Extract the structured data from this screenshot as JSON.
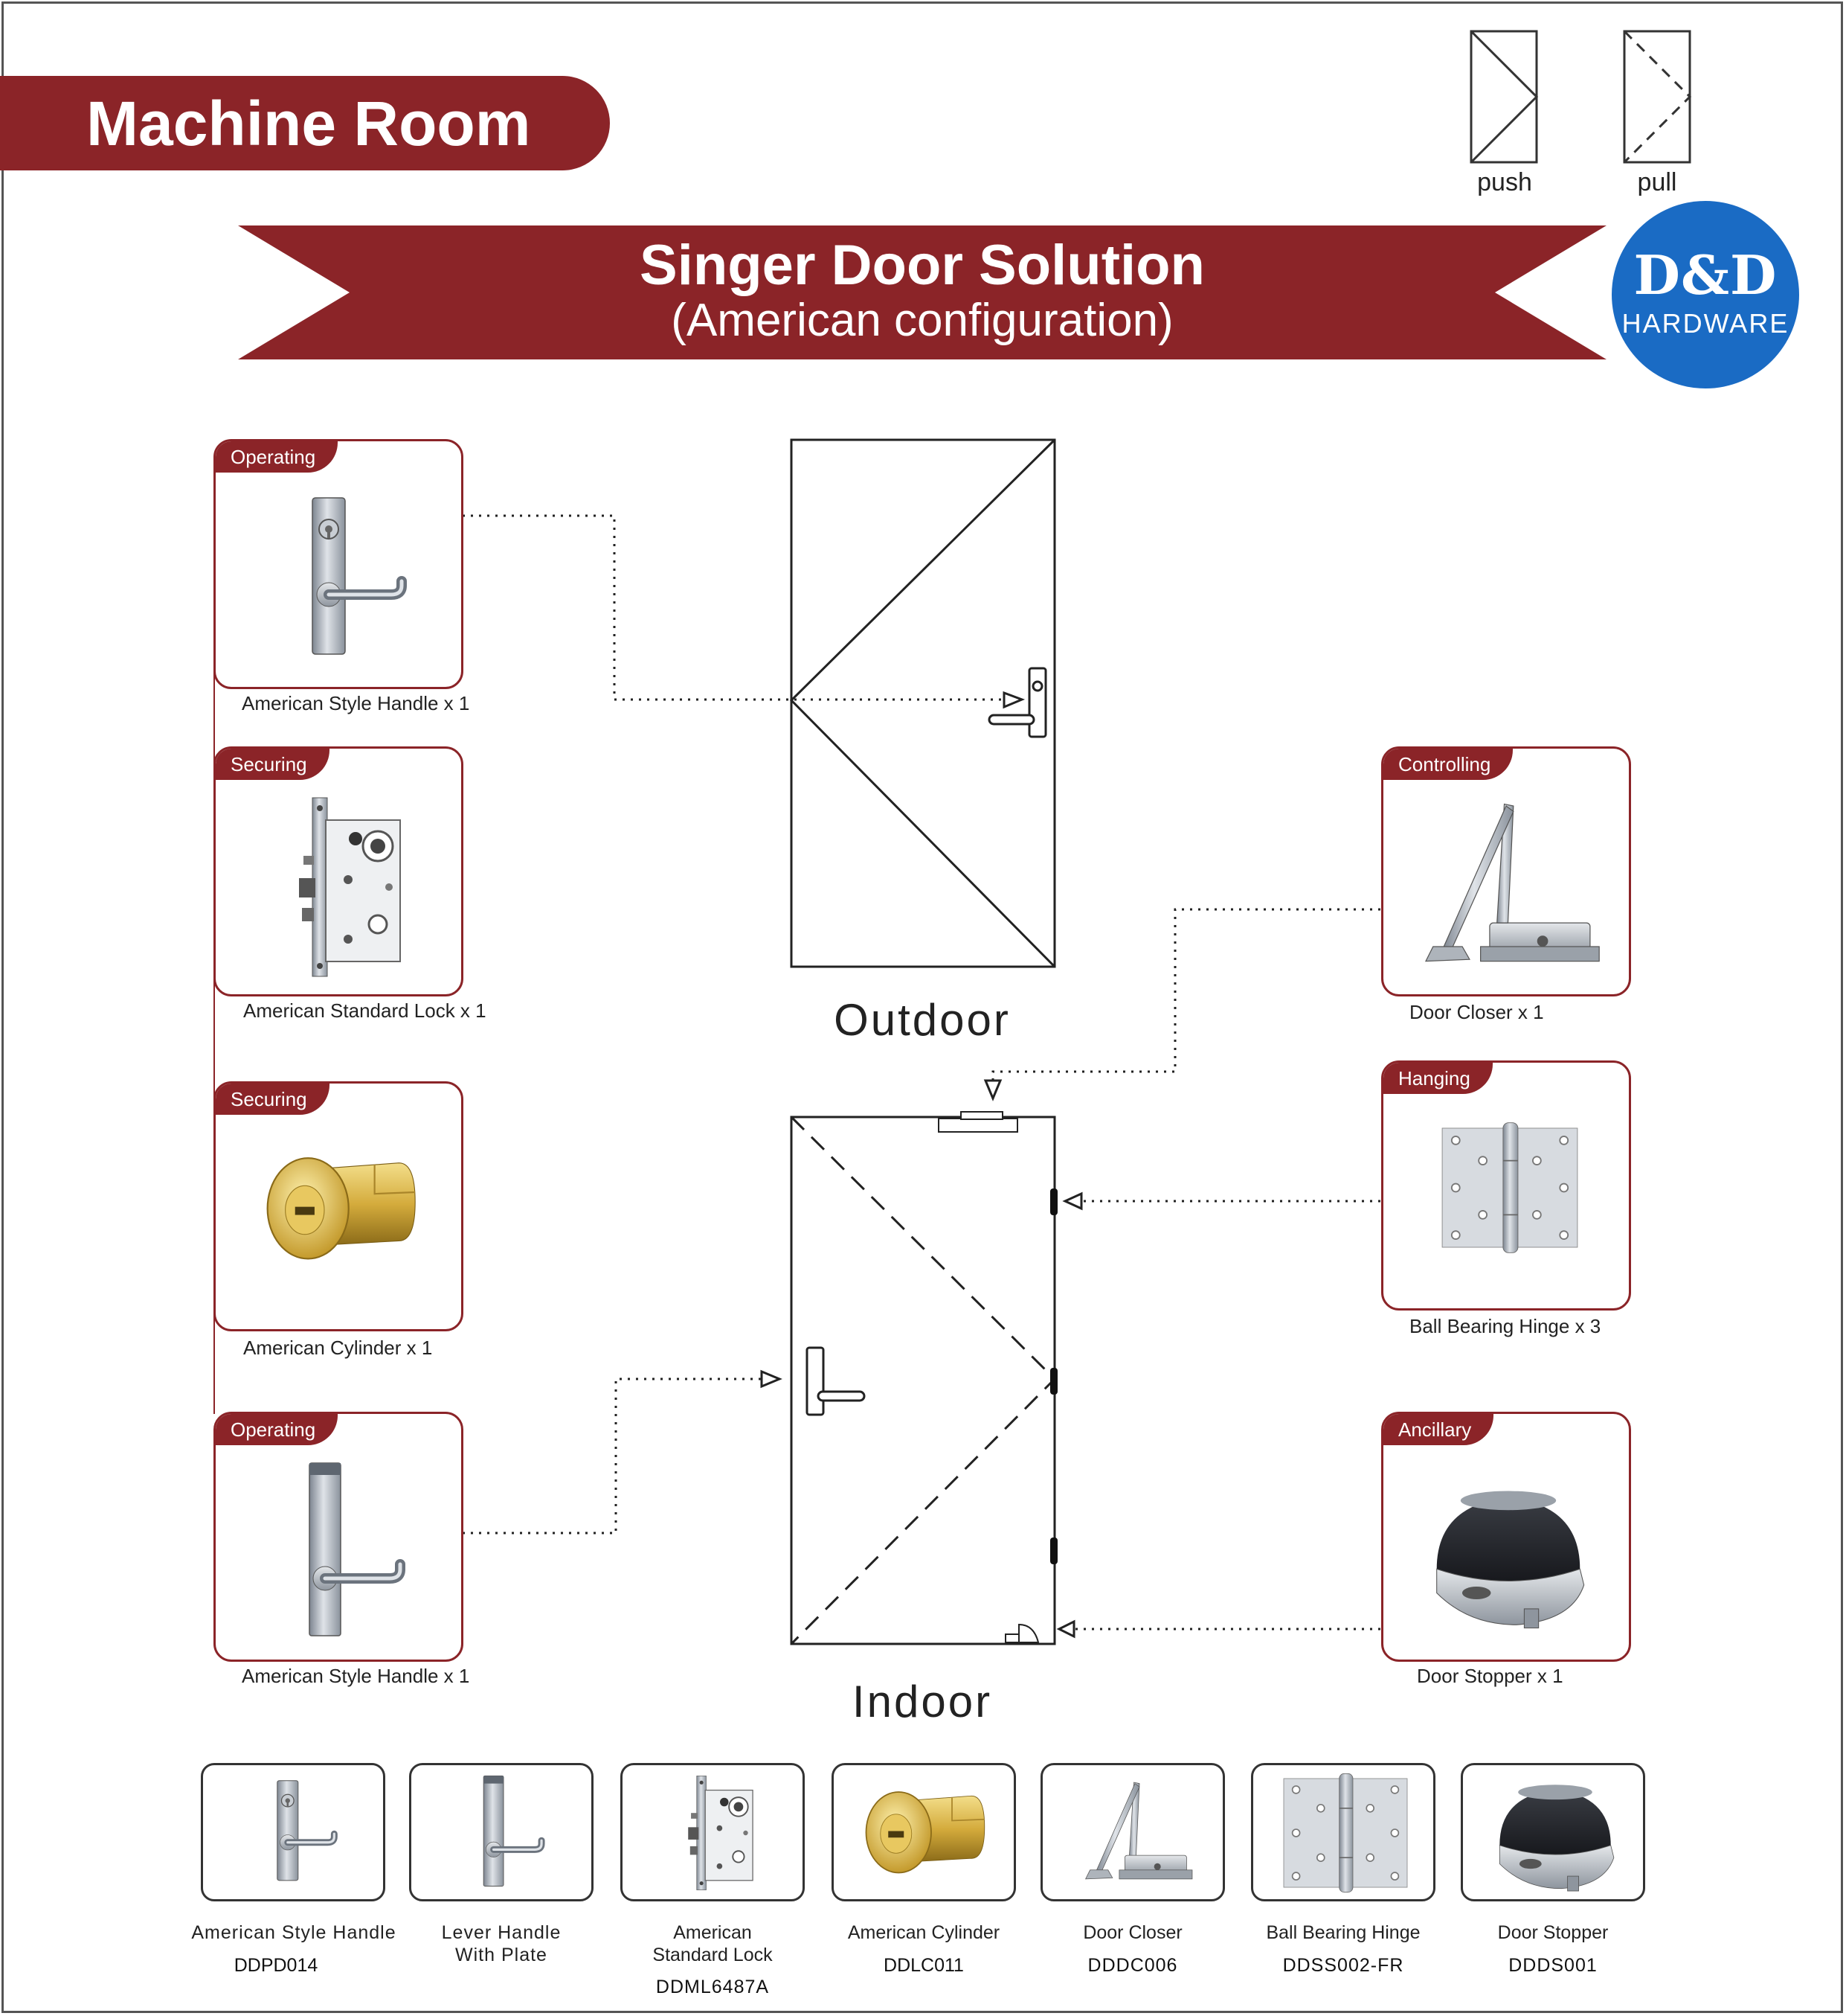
{
  "header": {
    "section_title": "Machine Room",
    "banner_title": "Singer Door Solution",
    "banner_subtitle": "(American configuration)"
  },
  "legend": {
    "push_label": "push",
    "pull_label": "pull"
  },
  "logo": {
    "main": "D&D",
    "sub": "HARDWARE",
    "color": "#1a6bc4"
  },
  "colors": {
    "accent": "#8b2428",
    "ink": "#222222"
  },
  "components_left": [
    {
      "category": "Operating",
      "caption": "American Style Handle x 1",
      "icon": "handle-with-cylinder-icon"
    },
    {
      "category": "Securing",
      "caption": "American Standard Lock x 1",
      "icon": "mortise-lock-icon"
    },
    {
      "category": "Securing",
      "caption": "American Cylinder x 1",
      "icon": "brass-cylinder-icon"
    },
    {
      "category": "Operating",
      "caption": "American Style Handle x 1",
      "icon": "lever-handle-icon"
    }
  ],
  "components_right": [
    {
      "category": "Controlling",
      "caption": "Door Closer x 1",
      "icon": "door-closer-icon"
    },
    {
      "category": "Hanging",
      "caption": "Ball Bearing Hinge x 3",
      "icon": "hinge-icon"
    },
    {
      "category": "Ancillary",
      "caption": "Door Stopper x 1",
      "icon": "door-stopper-icon"
    }
  ],
  "doors": {
    "outdoor_label": "Outdoor",
    "indoor_label": "Indoor"
  },
  "products": [
    {
      "name": "American Style Handle",
      "code": "DDPD014",
      "icon": "handle-with-cylinder-icon"
    },
    {
      "name": "Lever Handle\nWith Plate",
      "code": "",
      "icon": "lever-handle-icon"
    },
    {
      "name": "American\nStandard Lock",
      "code": "DDML6487A",
      "icon": "mortise-lock-icon"
    },
    {
      "name": "American Cylinder",
      "code": "DDLC011",
      "icon": "brass-cylinder-icon"
    },
    {
      "name": "Door Closer",
      "code": "DDDC006",
      "icon": "door-closer-icon"
    },
    {
      "name": "Ball Bearing Hinge",
      "code": "DDSS002-FR",
      "icon": "hinge-icon"
    },
    {
      "name": "Door Stopper",
      "code": "DDDS001",
      "icon": "door-stopper-icon"
    }
  ]
}
